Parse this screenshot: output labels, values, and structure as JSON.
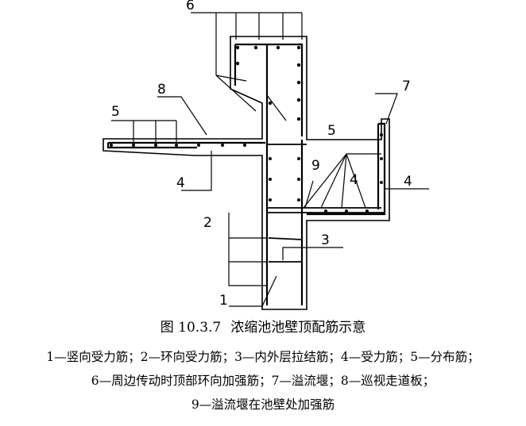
{
  "figure": {
    "number": "图 10.3.7",
    "title": "浓缩池池壁顶配筋示意"
  },
  "callouts": {
    "c1": "1",
    "c2": "2",
    "c3": "3",
    "c4a": "4",
    "c4b": "4",
    "c4c": "4",
    "c5a": "5",
    "c5b": "5",
    "c6": "6",
    "c7": "7",
    "c8": "8",
    "c9": "9"
  },
  "legend": {
    "line1": "1—竖向受力筋；2—环向受力筋；3—内外层拉结筋；4—受力筋；5—分布筋；",
    "line2": "6—周边传动时顶部环向加强筋；7—溢流堰；8—巡视走道板；",
    "line3": "9—溢流堰在池壁处加强筋"
  }
}
